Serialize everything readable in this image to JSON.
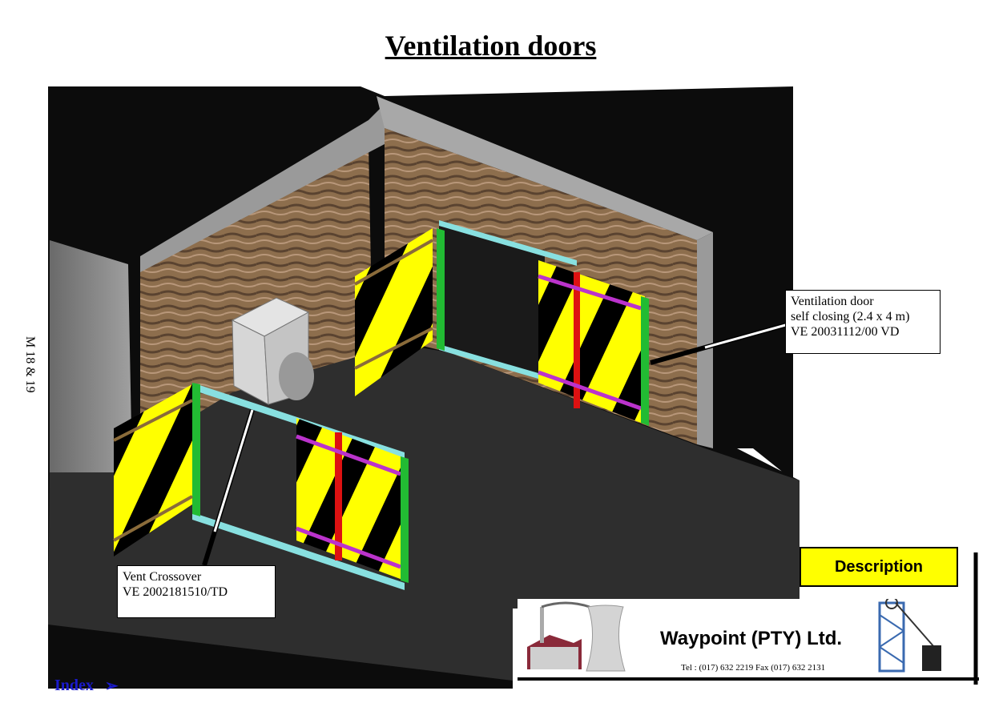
{
  "title": "Ventilation doors",
  "side_label": "M 18 & 19",
  "callouts": {
    "door": {
      "line1": "Ventilation door",
      "line2": "self closing (2.4 x 4 m)",
      "line3": "VE 20031112/00 VD"
    },
    "crossover": {
      "line1": "Vent Crossover",
      "line2": "VE 2002181510/TD"
    }
  },
  "description_button": "Description",
  "company": {
    "name": "Waypoint (PTY) Ltd.",
    "contact": "Tel : (017) 632 2219   Fax (017) 632 2131"
  },
  "nav": {
    "index_label": "Index",
    "arrow_icon": "arrow-right-icon"
  },
  "colors": {
    "stripe_yellow": "#ffff00",
    "stripe_black": "#000000",
    "frame_green": "#22bb33",
    "frame_cyan": "#88e0e0",
    "post_red": "#dd1111",
    "bar_purple": "#bb33cc",
    "rock": "#8a6b4a",
    "floor": "#2e2e2e",
    "button_yellow": "#ffff00",
    "link_blue": "#1a1acc"
  }
}
